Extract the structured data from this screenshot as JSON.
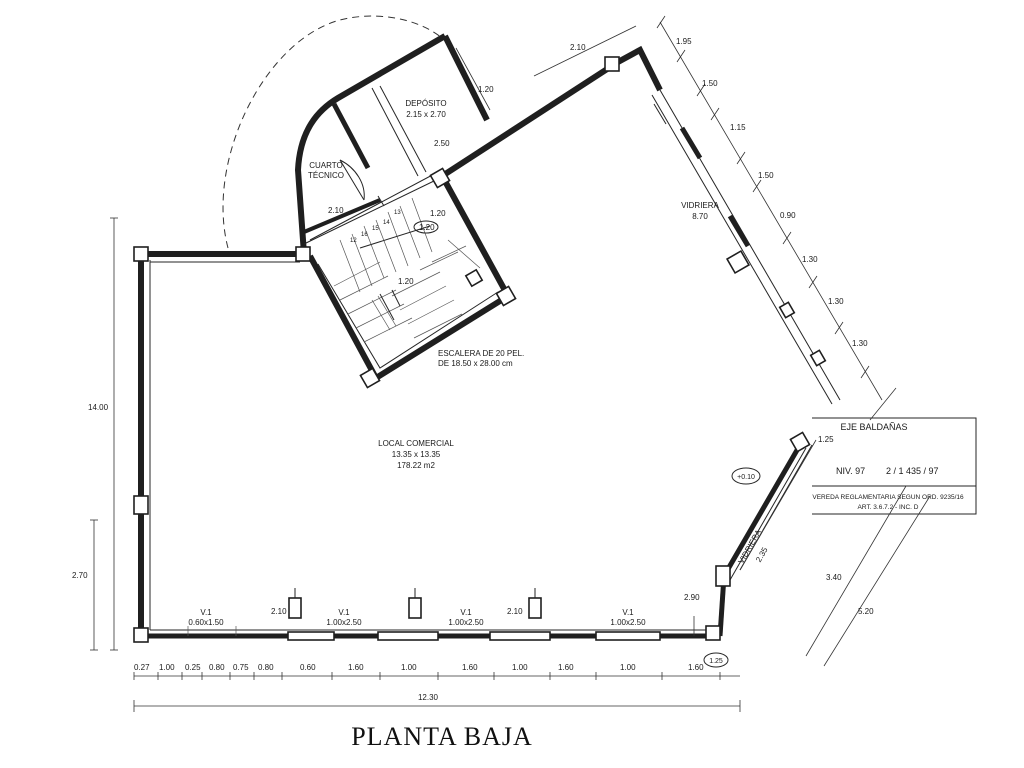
{
  "title": "PLANTA BAJA",
  "rooms": {
    "deposito": {
      "name": "DEPÓSITO",
      "size": "2.15 x 2.70"
    },
    "cuarto": {
      "line1": "CUARTO",
      "line2": "TÉCNICO"
    },
    "local": {
      "name": "LOCAL COMERCIAL",
      "size": "13.35 x 13.35",
      "area": "178.22 m2"
    },
    "escalera": {
      "line1": "ESCALERA DE 20 PEL.",
      "line2": "DE 18.50 x 28.00 cm"
    },
    "vidriera_main": {
      "name": "VIDRIERA",
      "size": "8.70"
    },
    "vidriera_small": {
      "name": "VIDRIERA",
      "size": "2.35"
    }
  },
  "stair_steps": [
    "12",
    "16",
    "15",
    "14",
    "13"
  ],
  "info_box": {
    "eje": "EJE BALDAÑAS",
    "niv_label": "NIV. 97",
    "niv_value": "2 / 1 435 / 97",
    "note1": "VEREDA REGLAMENTARIA SEGUN ORD. 9235/16",
    "note2": "ART. 3.6.7.2 - INC. D"
  },
  "level_marker": "+0.10",
  "corner_marker": "1.25",
  "windows": [
    {
      "code": "V.1",
      "size": "0.60x1.50"
    },
    {
      "code": "V.1",
      "size": "1.00x2.50"
    },
    {
      "code": "V.1",
      "size": "1.00x2.50"
    },
    {
      "code": "V.1",
      "size": "1.00x2.50"
    }
  ],
  "dims": {
    "d_210_top": "2.10",
    "d_195": "1.95",
    "d_150a": "1.50",
    "d_115": "1.15",
    "d_150b": "1.50",
    "d_090": "0.90",
    "d_130a": "1.30",
    "d_130b": "1.30",
    "d_130c": "1.30",
    "d_120_dep": "1.20",
    "d_250": "2.50",
    "d_210_cuarto": "2.10",
    "d_120_stair_a": "1.20",
    "d_120_stair_b": "1.20",
    "d_120_stair_c": "1.20",
    "d_1400": "14.00",
    "d_270": "2.70",
    "d_125": "1.25",
    "d_290": "2.90",
    "d_340": "3.40",
    "d_520": "5.20",
    "d_210_w1": "2.10",
    "d_210_w2": "2.10",
    "d_1230": "12.30"
  },
  "bottom_dims": [
    "0.27",
    "1.00",
    "0.25",
    "0.80",
    "0.75",
    "0.80",
    "0.60",
    "1.60",
    "1.00",
    "1.60",
    "1.00",
    "1.60",
    "1.00",
    "1.60"
  ]
}
